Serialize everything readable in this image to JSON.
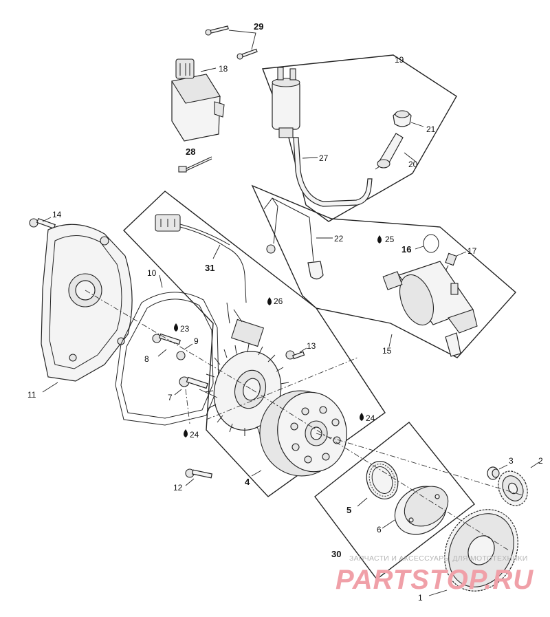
{
  "callouts": [
    {
      "id": "c1",
      "text": "1"
    },
    {
      "id": "c2",
      "text": "2"
    },
    {
      "id": "c3",
      "text": "3"
    },
    {
      "id": "c4",
      "text": "4"
    },
    {
      "id": "c5",
      "text": "5"
    },
    {
      "id": "c6",
      "text": "6"
    },
    {
      "id": "c7",
      "text": "7"
    },
    {
      "id": "c8",
      "text": "8"
    },
    {
      "id": "c9",
      "text": "9"
    },
    {
      "id": "c10",
      "text": "10"
    },
    {
      "id": "c11",
      "text": "11"
    },
    {
      "id": "c12",
      "text": "12"
    },
    {
      "id": "c13",
      "text": "13"
    },
    {
      "id": "c14",
      "text": "14"
    },
    {
      "id": "c15",
      "text": "15"
    },
    {
      "id": "c16",
      "text": "16"
    },
    {
      "id": "c17",
      "text": "17"
    },
    {
      "id": "c18",
      "text": "18"
    },
    {
      "id": "c19",
      "text": "19"
    },
    {
      "id": "c20",
      "text": "20"
    },
    {
      "id": "c21",
      "text": "21"
    },
    {
      "id": "c22",
      "text": "22"
    },
    {
      "id": "c23",
      "text": "23"
    },
    {
      "id": "c24a",
      "text": "24"
    },
    {
      "id": "c24b",
      "text": "24"
    },
    {
      "id": "c25",
      "text": "25"
    },
    {
      "id": "c26",
      "text": "26"
    },
    {
      "id": "c27",
      "text": "27"
    },
    {
      "id": "c28",
      "text": "28"
    },
    {
      "id": "c29",
      "text": "29"
    },
    {
      "id": "c30",
      "text": "30"
    },
    {
      "id": "c31",
      "text": "31"
    }
  ],
  "watermark": {
    "tagline": "ЗАПЧАСТИ И АКСЕССУАРЫ ДЛЯ МОТОТЕХНИКИ",
    "brand": "PARTSTOP.RU",
    "color": "#f0a0a8"
  },
  "icons": [
    "lubricant-drop-icon"
  ]
}
